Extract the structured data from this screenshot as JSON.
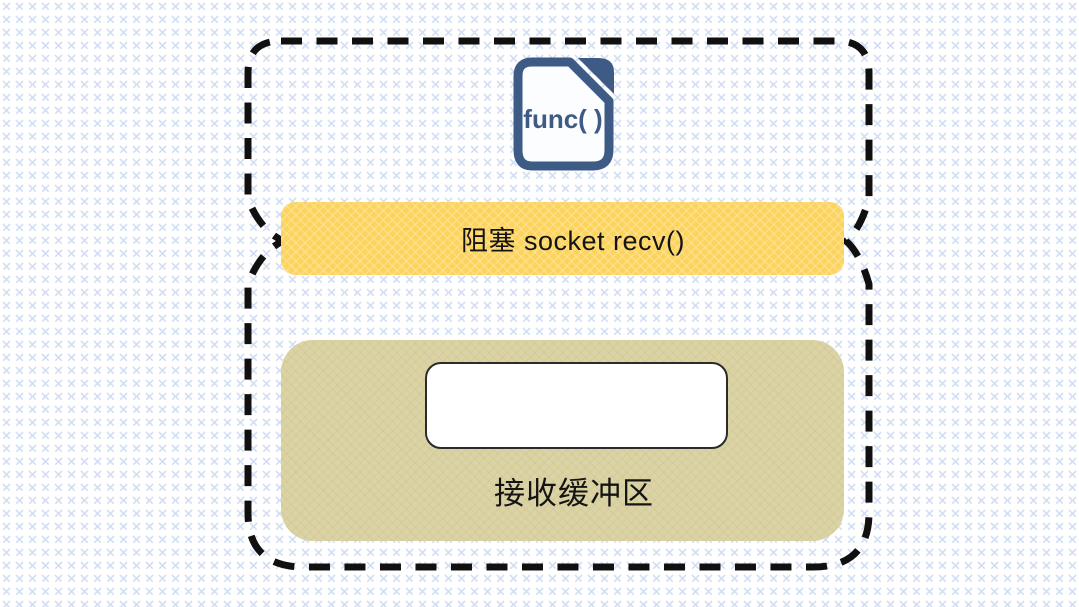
{
  "colors": {
    "background": "#ffffff",
    "pattern_blue": "#c9d8f1",
    "dashed_border": "#101010",
    "yellow_box": "#fcd45d",
    "khaki_box": "#d9d4a6",
    "icon_blue": "#3d5b85",
    "icon_fill": "#fbfdff",
    "white_box_border": "#2b2b2b",
    "text_color": "#141414"
  },
  "diagram": {
    "func_icon": {
      "label": "func( )"
    },
    "blocking_box": {
      "label": "阻塞 socket recv()"
    },
    "buffer_box": {
      "label": "接收缓冲区"
    }
  }
}
